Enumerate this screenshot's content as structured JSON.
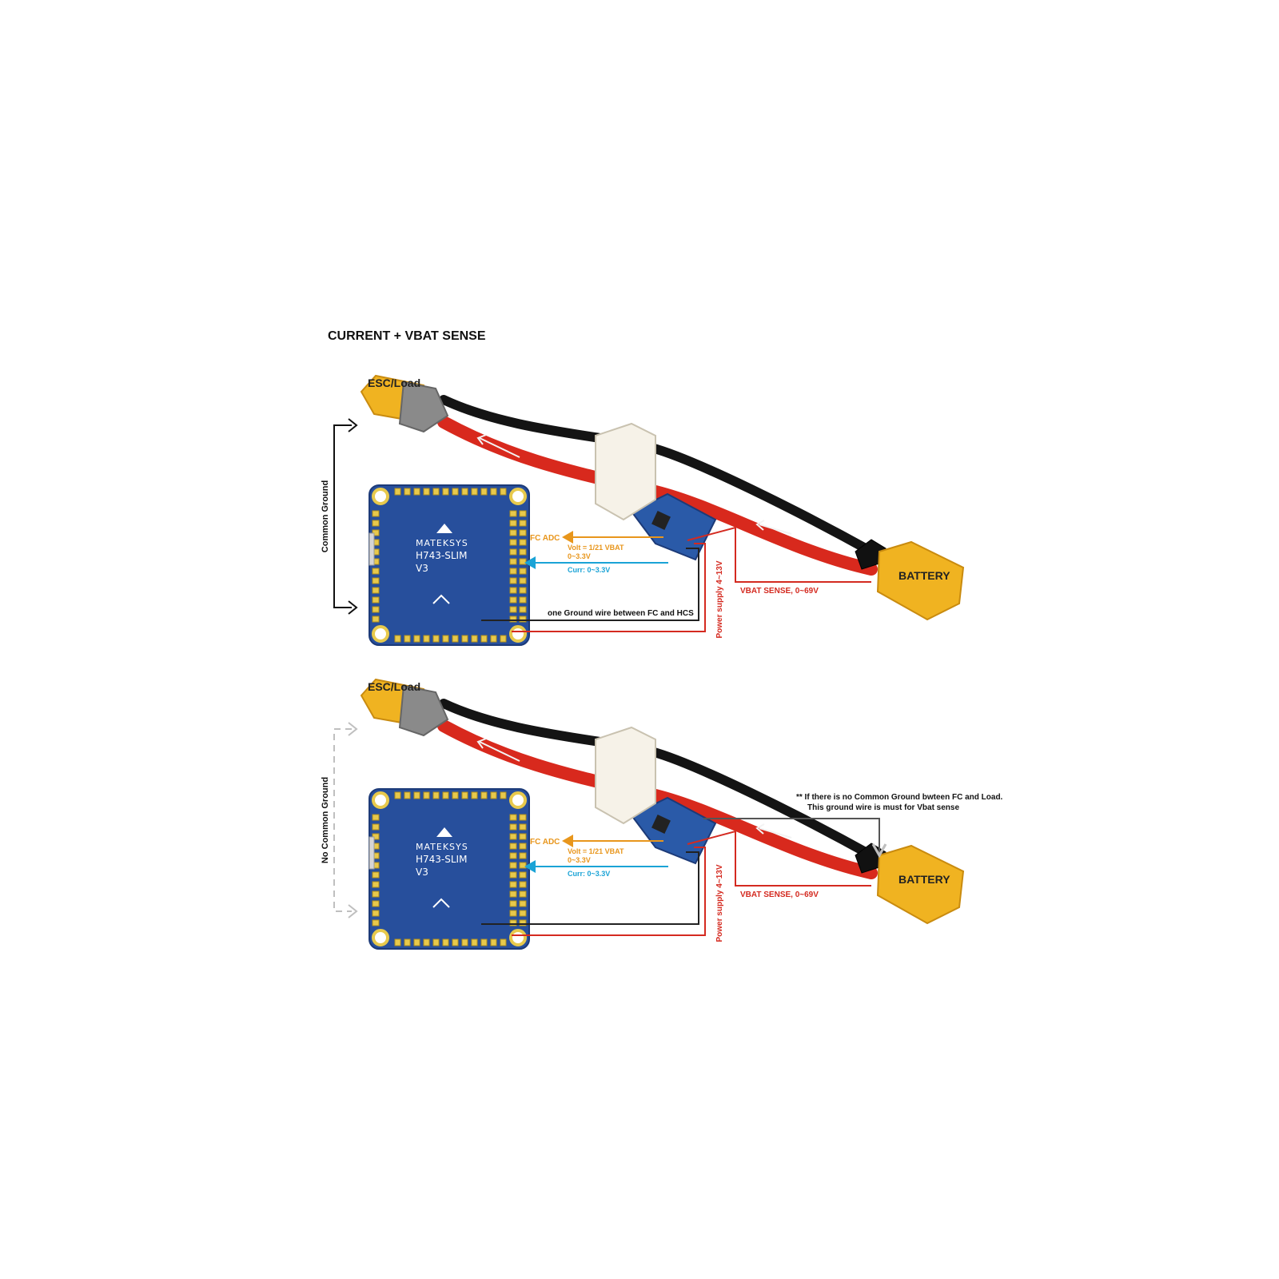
{
  "title": "CURRENT + VBAT SENSE",
  "colors": {
    "red_wire": "#d8291d",
    "black_wire": "#141414",
    "connector": "#f0b321",
    "pcb": "#274f9c",
    "pad": "#e7c94c",
    "adc_label": "#e8961c",
    "curr_label": "#1aa3d6",
    "vbat_label": "#d42a20",
    "power_label": "#d42a20",
    "ground_line": "#222222",
    "dashed_arrow": "#bfbfbf"
  },
  "panels": [
    {
      "esc_label": "ESC/Load",
      "battery_label": "BATTERY",
      "ground_label": "Common Ground",
      "ground_style": "solid",
      "fc_brand": "MATEKSYS",
      "fc_model": "H743-SLIM",
      "fc_version": "V3",
      "fc_adc_label": "FC ADC",
      "volt_label": "Volt = 1/21 VBAT",
      "volt_range": "0~3.3V",
      "curr_label": "Curr: 0~3.3V",
      "vbat_sense_label": "VBAT SENSE, 0~69V",
      "power_supply_label": "Power supply 4~13V",
      "ground_wire_label": "one Ground wire between FC and HCS",
      "note_line1": "",
      "note_line2": ""
    },
    {
      "esc_label": "ESC/Load",
      "battery_label": "BATTERY",
      "ground_label": "No Common Ground",
      "ground_style": "dashed",
      "fc_brand": "MATEKSYS",
      "fc_model": "H743-SLIM",
      "fc_version": "V3",
      "fc_adc_label": "FC ADC",
      "volt_label": "Volt = 1/21 VBAT",
      "volt_range": "0~3.3V",
      "curr_label": "Curr: 0~3.3V",
      "vbat_sense_label": "VBAT SENSE, 0~69V",
      "power_supply_label": "Power supply 4~13V",
      "ground_wire_label": "",
      "note_line1": "** If there is no Common Ground bwteen FC and Load.",
      "note_line2": "This ground wire is must for Vbat sense"
    }
  ]
}
